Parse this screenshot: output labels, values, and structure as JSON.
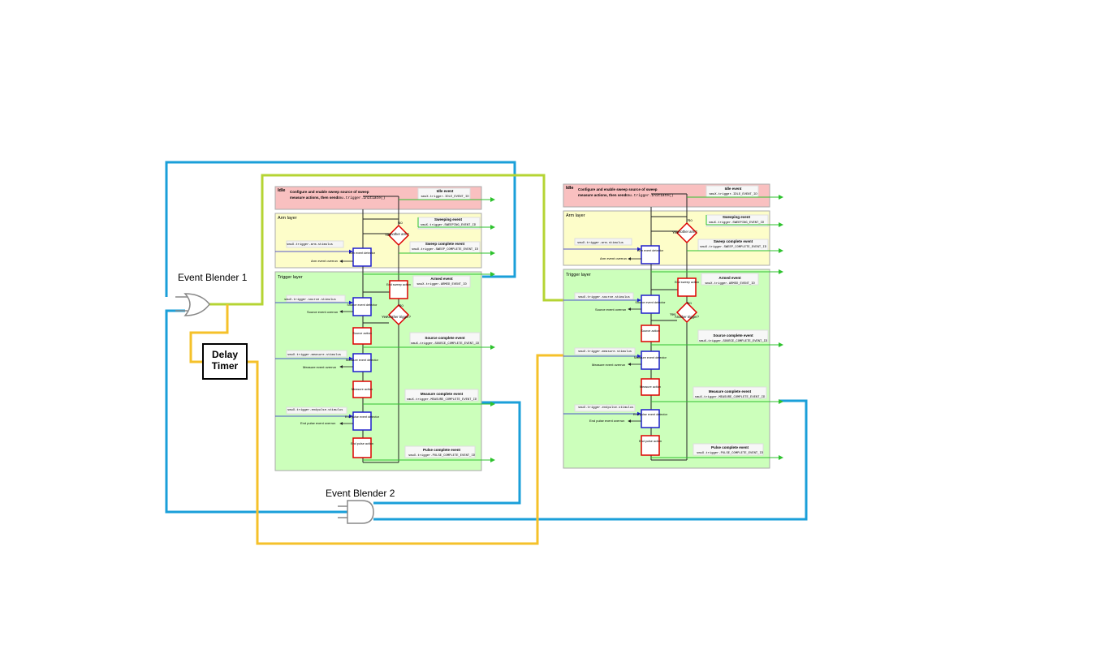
{
  "blocks": {
    "event_blender_1": "Event Blender 1",
    "event_blender_2": "Event Blender 2",
    "delay_timer_line1": "Delay",
    "delay_timer_line2": "Timer"
  },
  "diagram": {
    "idle_layer": "Idle",
    "idle_text_line1": "Configure and enable sweep source of sweep",
    "idle_text_line2": "measure actions, then send:",
    "idle_cmd": "smu.trigger.initiate()",
    "idle_event_title": "Idle event",
    "idle_event_id": "smuX.trigger.IDLE_EVENT_ID",
    "arm_layer": "Arm layer",
    "sweeping_event_title": "Sweeping event",
    "sweeping_event_id": "smuX.trigger.SWEEPING_EVENT_ID",
    "another_arm": "Another arm?",
    "yes": "Yes",
    "no": "No",
    "arm_stimulus": "smuX.trigger.arm.stimulus",
    "arm_detector": "Arm event detector",
    "arm_overrun": "Arm event overrun",
    "sweep_complete_title": "Sweep complete event",
    "sweep_complete_id": "smuX.trigger.SWEEP_COMPLETE_EVENT_ID",
    "trigger_layer": "Trigger layer",
    "end_sweep_action": "End sweep action",
    "armed_event_title": "Armed event",
    "armed_event_id": "smuX.trigger.ARMED_EVENT_ID",
    "source_stimulus": "smuX.trigger.source.stimulus",
    "source_detector": "Source event detector",
    "source_overrun": "Source event overrun",
    "another_trigger": "Another trigger?",
    "source_action": "Source action",
    "source_complete_title": "Source complete event",
    "source_complete_id": "smuX.trigger.SOURCE_COMPLETE_EVENT_ID",
    "measure_stimulus": "smuX.trigger.measure.stimulus",
    "measure_detector": "Measure event detector",
    "measure_overrun": "Measure event overrun",
    "measure_action": "Measure action",
    "measure_complete_title": "Measure complete event",
    "measure_complete_id": "smuX.trigger.MEASURE_COMPLETE_EVENT_ID",
    "endpulse_stimulus": "smuX.trigger.endpulse.stimulus",
    "endpulse_detector": "End pulse event detector",
    "endpulse_overrun": "End pulse event overrun",
    "end_pulse_action": "End pulse action",
    "pulse_complete_title": "Pulse complete event",
    "pulse_complete_id": "smuX.trigger.PULSE_COMPLETE_EVENT_ID"
  },
  "colors": {
    "idle_fill": "#f9c0c0",
    "arm_fill": "#fdfdc9",
    "trigger_fill": "#ccffbb",
    "event_arrow": "#2ec22e",
    "detector_border": "#1f1fcc",
    "action_border": "#dd0000",
    "wire_blue": "#1a9fd9",
    "wire_yellow": "#f5c12a",
    "wire_lime": "#b5d433"
  }
}
